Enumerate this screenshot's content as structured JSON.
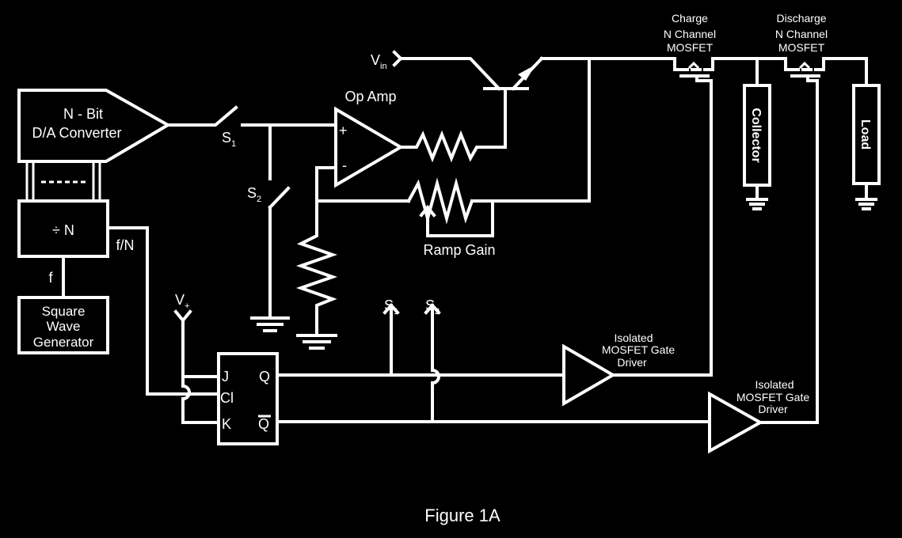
{
  "caption": "Figure 1A",
  "dac": {
    "line1": "N - Bit",
    "line2": "D/A Converter"
  },
  "divider": {
    "label": "÷ N"
  },
  "generator": {
    "line1": "Square",
    "line2": "Wave",
    "line3": "Generator"
  },
  "signals": {
    "f": "f",
    "f_over_n": "f/N",
    "vplus_main": "V",
    "vplus_sub": "+",
    "vin_main": "V",
    "vin_sub": "in"
  },
  "switches": {
    "s1_main": "S",
    "s1_sub": "1",
    "s2_main": "S",
    "s2_sub": "2"
  },
  "opamp": {
    "label": "Op Amp",
    "plus": "+",
    "minus": "-"
  },
  "ramp_gain": "Ramp Gain",
  "flipflop": {
    "j": "J",
    "cl": "Cl",
    "k": "K",
    "q": "Q",
    "qbar": "Q"
  },
  "charge_mosfet": {
    "line1": "Charge",
    "line2": "N Channel",
    "line3": "MOSFET"
  },
  "discharge_mosfet": {
    "line1": "Discharge",
    "line2": "N Channel",
    "line3": "MOSFET"
  },
  "collector": "Collector",
  "load": "Load",
  "gate_driver_1": {
    "line1": "Isolated",
    "line2": "MOSFET Gate",
    "line3": "Driver"
  },
  "gate_driver_2": {
    "line1": "Isolated",
    "line2": "MOSFET Gate",
    "line3": "Driver"
  }
}
